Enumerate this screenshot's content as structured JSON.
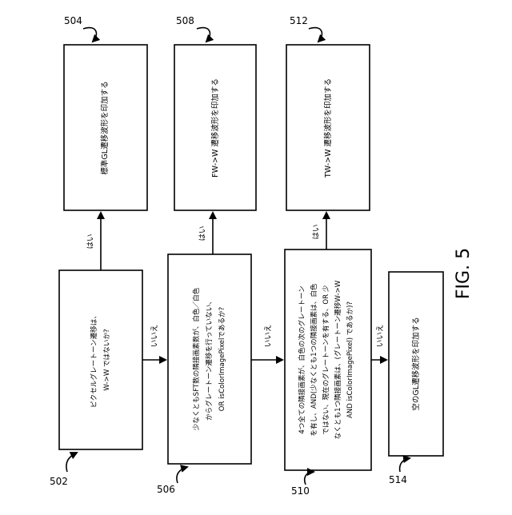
{
  "figure": {
    "label": "FIG. 5"
  },
  "refs": {
    "r502": "502",
    "r504": "504",
    "r506": "506",
    "r508": "508",
    "r510": "510",
    "r512": "512",
    "r514": "514"
  },
  "decisions": {
    "d502": [
      "ピクセルグレートーン遷移は、",
      "W->W ではないか?"
    ],
    "d506": [
      "少なくともSFT数の隣接画素数が、白色／白色",
      "からグレートーン遷移を行っていない、",
      "OR isColorImagePixelであるか?"
    ],
    "d510": [
      "4つ全ての隣接画素が、白色の次のグレートーン",
      "を有し、AND(少なくとも1つの隣接画素は、白色",
      "ではない、現在のグレートーンを有する、OR 少",
      "なくとも1つ隣接画素は、(グレートーン遷移W->W",
      "AND isColorImagePixel) であるか)?"
    ]
  },
  "actions": {
    "a504": "標準GL遷移波形を印加する",
    "a508": "FW->W 遷移波形を印加する",
    "a512": "TW->W 遷移波形を印加する",
    "a514": "空のGL遷移波形を印加する"
  },
  "edge_labels": {
    "yes1": "はい",
    "yes2": "はい",
    "yes3": "はい",
    "no1": "いいえ",
    "no2": "いいえ",
    "no3": "いいえ"
  }
}
